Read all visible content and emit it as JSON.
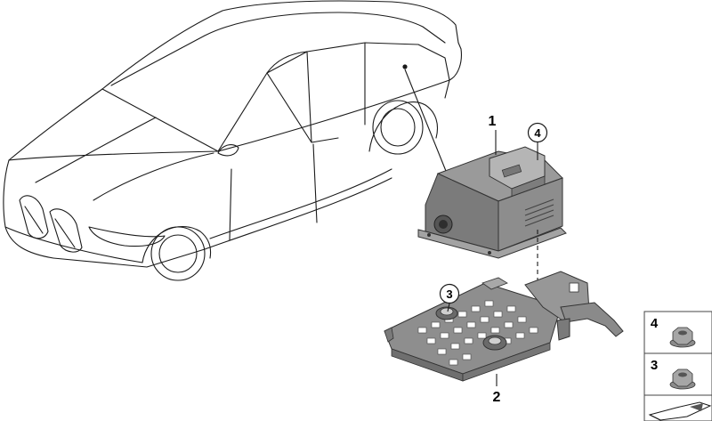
{
  "diagram": {
    "callouts": {
      "part1": "1",
      "part2": "2",
      "part3_circle": "3",
      "part4_circle": "4"
    },
    "legend": {
      "items": [
        {
          "number": "4",
          "icon": "hex-flange-nut-icon"
        },
        {
          "number": "3",
          "icon": "hex-flange-nut-icon"
        }
      ],
      "footer_icon": "arrow-sheet-icon"
    },
    "colors": {
      "line": "#1a1a1a",
      "module_body": "#8f8f8f",
      "module_dark": "#6a6a6a",
      "bracket": "#8a8a8a",
      "nut": "#9a9a9a",
      "legend_bg": "#d9d9d9"
    }
  }
}
